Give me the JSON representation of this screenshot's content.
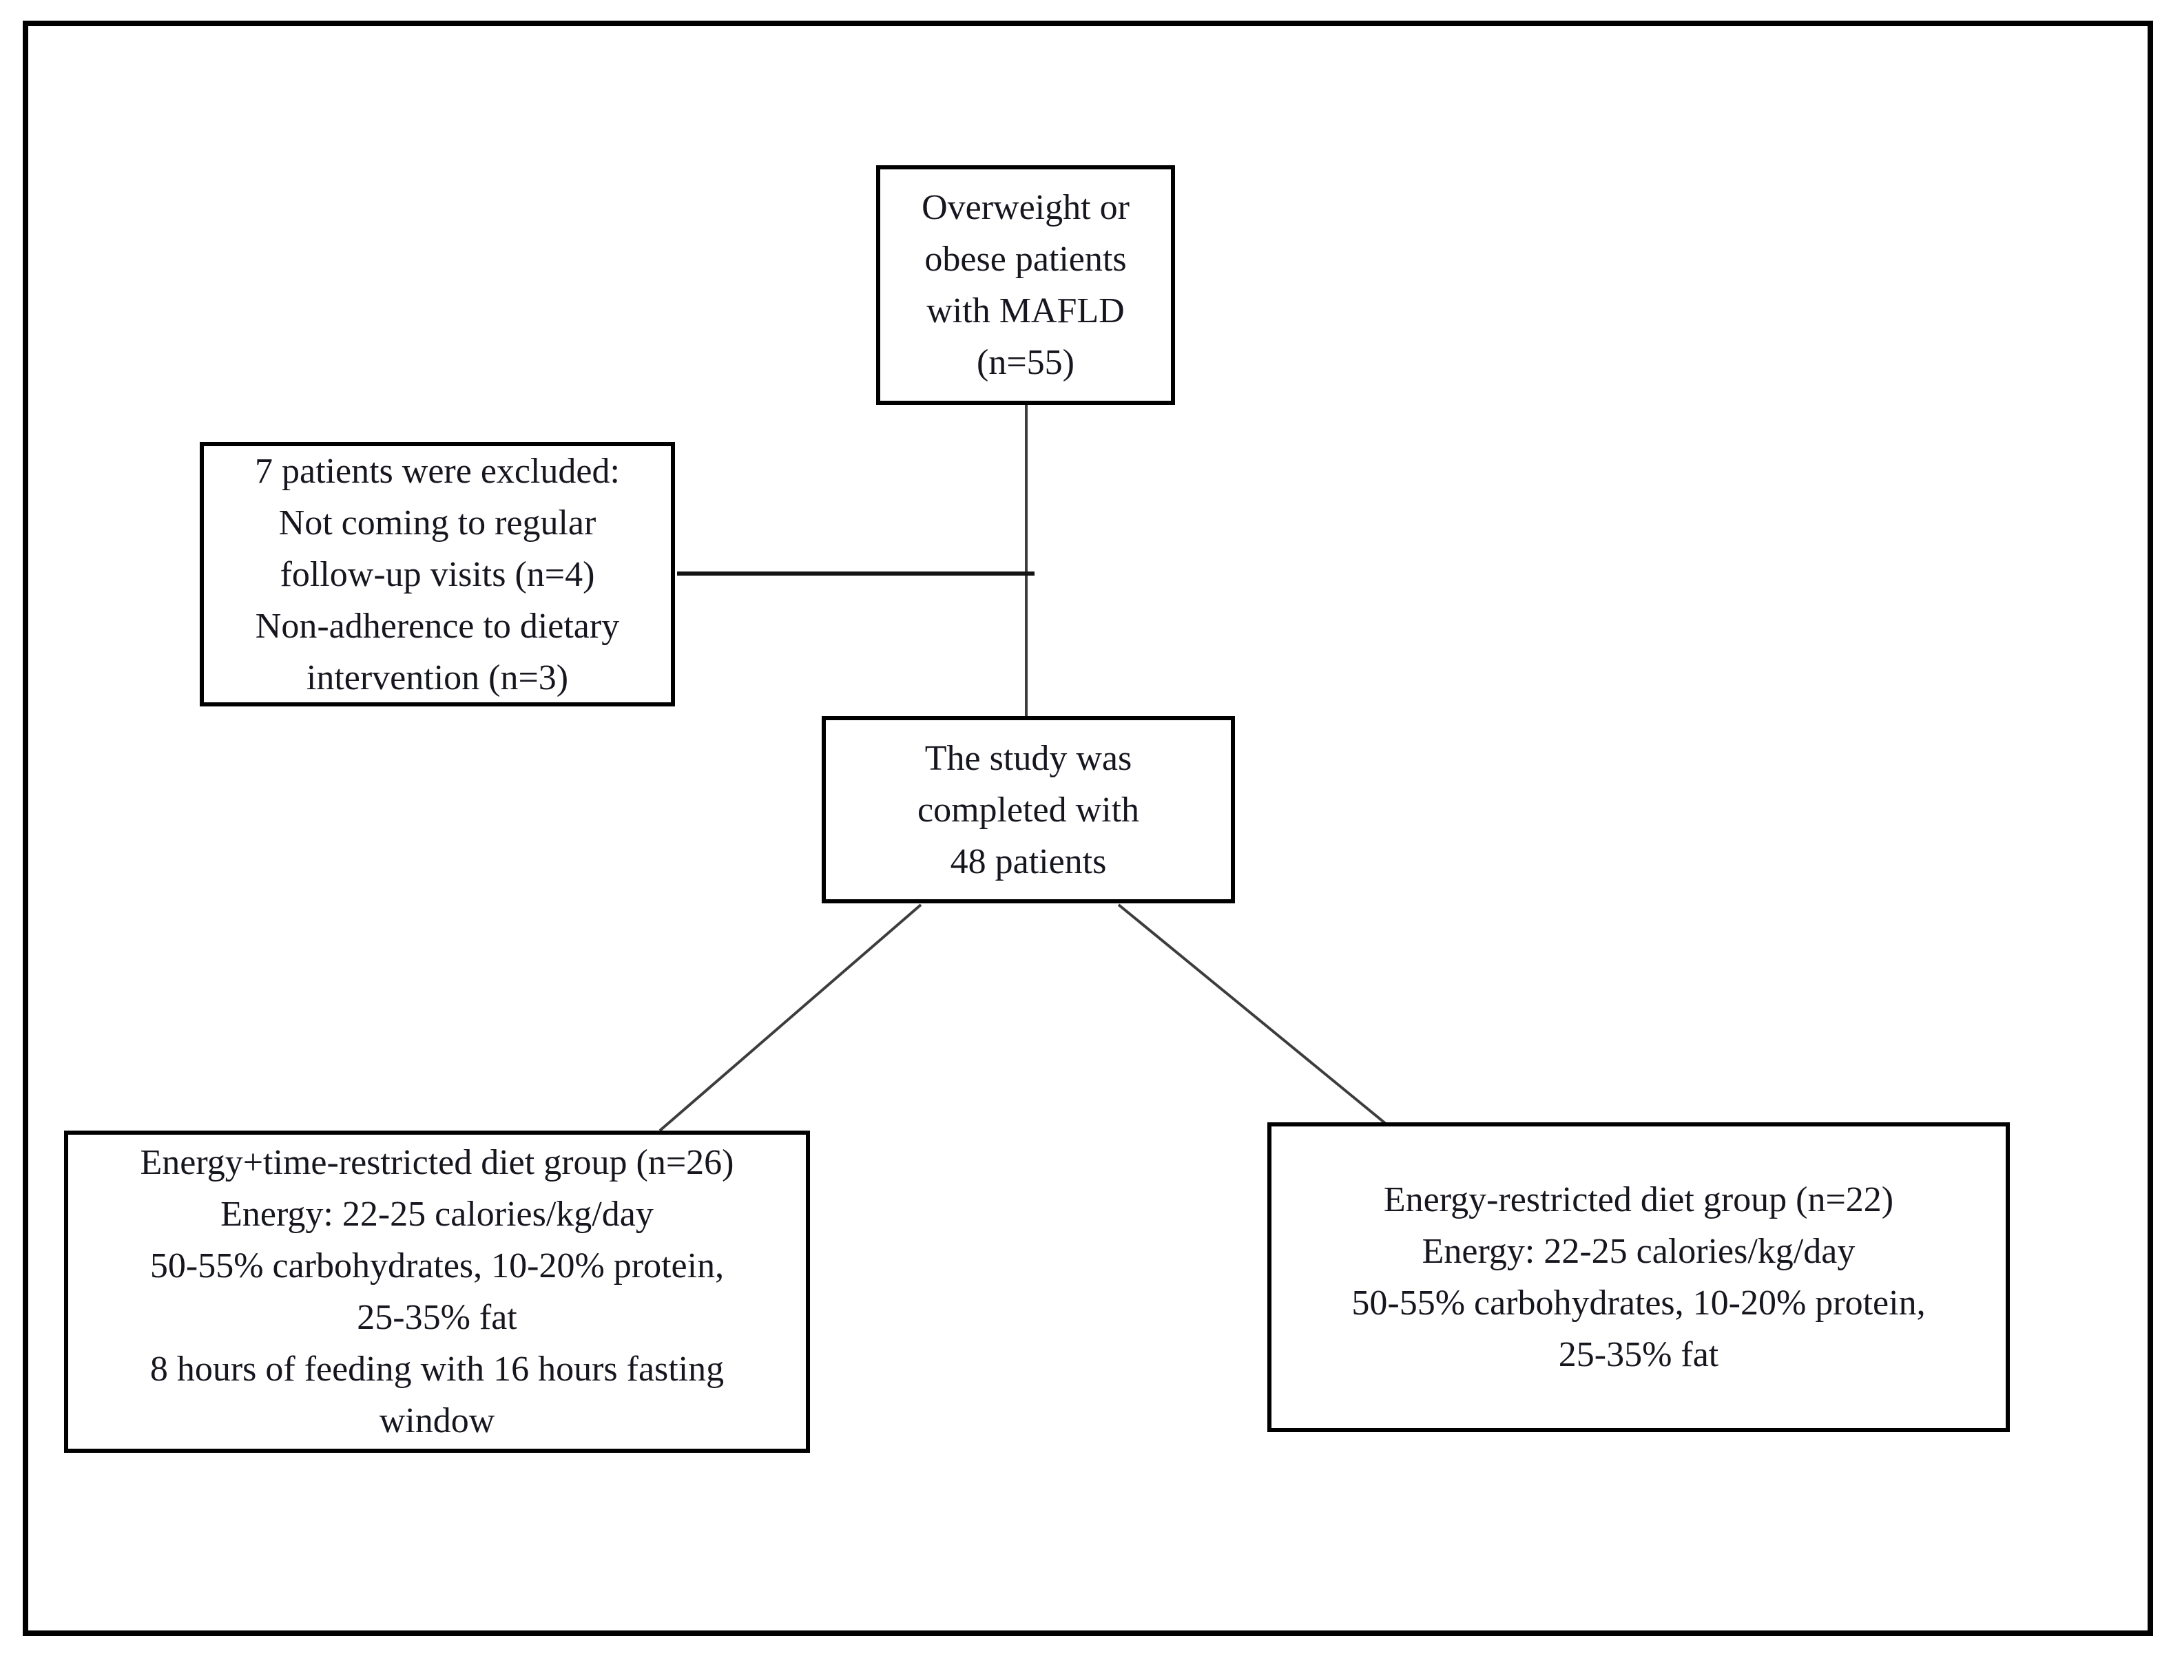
{
  "colors": {
    "ink": "#16161f",
    "box-border": "#000000",
    "connector": "#3d3d3d"
  },
  "boxes": {
    "enrollment": {
      "lines": [
        "Overweight or",
        "obese patients",
        "with MAFLD",
        "(n=55)"
      ]
    },
    "exclusion": {
      "lines": [
        "7 patients were excluded:",
        "Not coming to regular",
        "follow-up visits (n=4)",
        "Non-adherence to dietary",
        "intervention (n=3)"
      ]
    },
    "completed": {
      "lines": [
        "The study was",
        "completed with",
        "48 patients"
      ]
    },
    "etr_group": {
      "lines": [
        "Energy+time-restricted diet group (n=26)",
        "Energy: 22-25 calories/kg/day",
        "50-55% carbohydrates, 10-20% protein,",
        "25-35% fat",
        "8 hours of feeding with 16 hours fasting",
        "window"
      ]
    },
    "er_group": {
      "lines": [
        "Energy-restricted diet group (n=22)",
        "Energy: 22-25 calories/kg/day",
        "50-55% carbohydrates, 10-20% protein,",
        "25-35% fat"
      ]
    }
  }
}
